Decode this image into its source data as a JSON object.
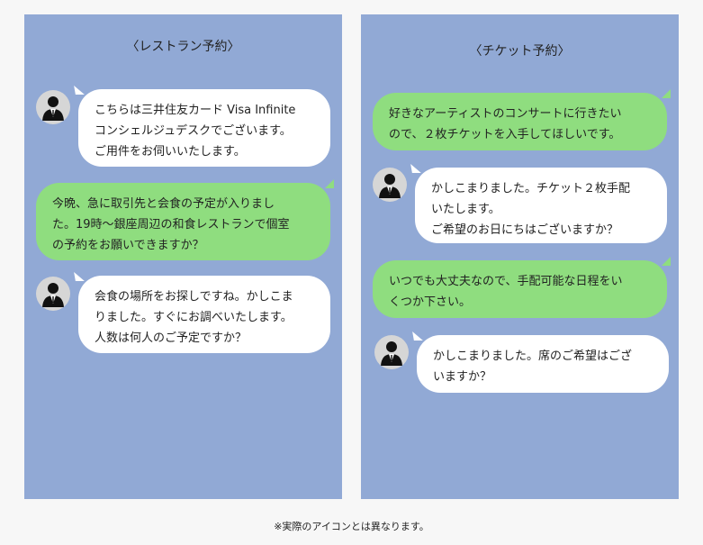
{
  "restaurant": {
    "title": "〈レストラン予約〉",
    "messages": [
      {
        "from": "concierge",
        "lines": [
          "こちらは三井住友カード Visa Infinite",
          "コンシェルジュデスクでございます。",
          "ご用件をお伺いいたします。"
        ]
      },
      {
        "from": "user",
        "lines": [
          "今晩、急に取引先と会食の予定が入りまし",
          "た。19時〜銀座周辺の和食レストランで個室",
          "の予約をお願いできますか？"
        ]
      },
      {
        "from": "concierge",
        "lines": [
          "会食の場所をお探しですね。かしこま",
          "りました。すぐにお調べいたします。",
          "人数は何人のご予定ですか？"
        ]
      }
    ]
  },
  "ticket": {
    "title": "〈チケット予約〉",
    "messages": [
      {
        "from": "user",
        "lines": [
          "好きなアーティストのコンサートに行きたい",
          "ので、２枚チケットを入手してほしいです。"
        ]
      },
      {
        "from": "concierge",
        "lines": [
          "かしこまりました。チケット２枚手配",
          "いたします。",
          "ご希望のお日にちはございますか？"
        ]
      },
      {
        "from": "user",
        "lines": [
          "いつでも大丈夫なので、手配可能な日程をい",
          "くつか下さい。"
        ]
      },
      {
        "from": "concierge",
        "lines": [
          "かしこまりました。席のご希望はござ",
          "いますか？"
        ]
      }
    ]
  },
  "footnote": "※実際のアイコンとは異なります。",
  "colors": {
    "panel": "#91a9d5",
    "user_bubble": "#8fdd7f",
    "concierge_bubble": "#ffffff"
  }
}
